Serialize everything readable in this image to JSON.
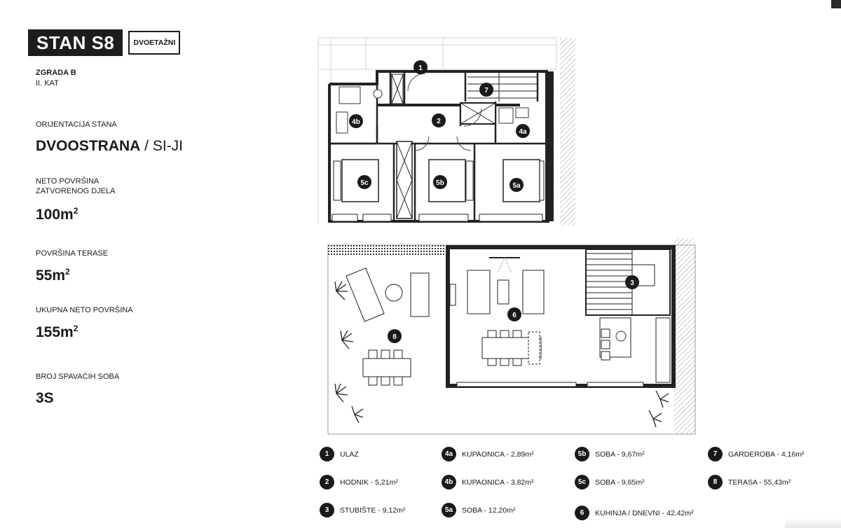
{
  "apartment": {
    "title": "STAN S8",
    "tag": "DVOETAŽNI",
    "building": "ZGRADA B",
    "floor": "II. KAT"
  },
  "details": {
    "orientation_label": "ORIJENTACIJA STANA",
    "orientation_value": "DVOOSTRANA",
    "orientation_dir": " / SI-JI",
    "net_area_label_line1": "NETO POVRŠINA",
    "net_area_label_line2": "ZATVORENOG DJELA",
    "net_area_value": "100m",
    "terrace_label": "POVRŠINA TERASE",
    "terrace_value": "55m",
    "total_label": "UKUPNA NETO POVRŠINA",
    "total_value": "155m",
    "bedrooms_label": "BROJ SPAVAĆIH SOBA",
    "bedrooms_value": "3S",
    "sup": "2"
  },
  "plan_labels": {
    "r1": "1",
    "r2": "2",
    "r3": "3",
    "r4a": "4a",
    "r4b": "4b",
    "r5a": "5a",
    "r5b": "5b",
    "r5c": "5c",
    "r6": "6",
    "r7": "7",
    "r8": "8"
  },
  "legend": [
    {
      "badge": "1",
      "text": "ULAZ"
    },
    {
      "badge": "2",
      "text": "HODNIK - 5,21m²"
    },
    {
      "badge": "3",
      "text": "STUBIŠTE - 9,12m²"
    },
    {
      "badge": "4a",
      "text": "KUPAONICA - 2,89m²"
    },
    {
      "badge": "4b",
      "text": "KUPAONICA - 3,82m²"
    },
    {
      "badge": "5a",
      "text": "SOBA - 12,20m²"
    },
    {
      "badge": "5b",
      "text": "SOBA - 9,67m²"
    },
    {
      "badge": "5c",
      "text": "SOBA - 9,65m²"
    },
    {
      "badge": "6",
      "text": "KUHINJA / DNEVNI - 42,42m²"
    },
    {
      "badge": "7",
      "text": "GARDEROBA - 4,16m²"
    },
    {
      "badge": "8",
      "text": "TERASA - 55,43m²"
    }
  ],
  "colors": {
    "ink": "#1a1a1a",
    "wall": "#222222",
    "hatch": "#9a9a9a",
    "faint": "#c9d3df"
  }
}
